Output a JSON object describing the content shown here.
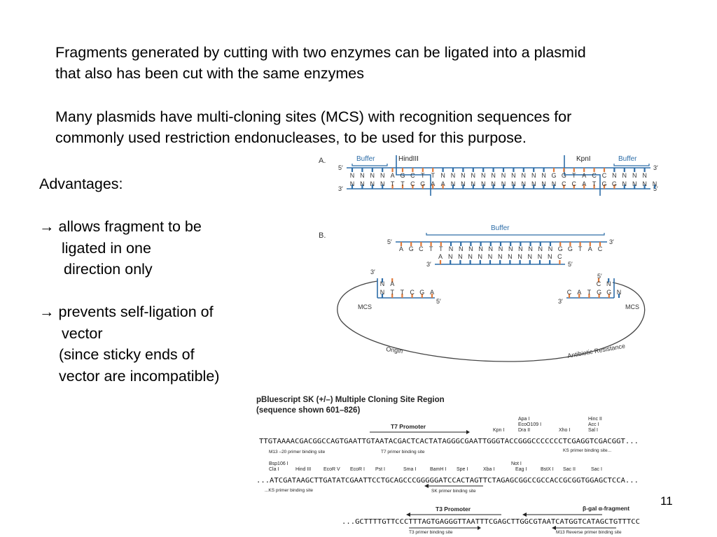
{
  "slide": {
    "para1": "Fragments generated by cutting with two enzymes can be ligated into a plasmid\nthat also has been cut with the same enzymes",
    "para2": "Many plasmids have multi-cloning sites (MCS) with recognition sequences for\ncommonly used restriction endonucleases, to be used for this purpose.",
    "advantages_title": "Advantages:",
    "adv1_line1": "allows fragment to be",
    "adv1_line2": "ligated in one",
    "adv1_line3": "direction only",
    "adv2_line1": "prevents self-ligation of",
    "adv2_line2": "vector",
    "adv2_line3": "(since sticky ends of",
    "adv2_line4": "vector are incompatible)",
    "arrow_glyph": "→",
    "page_number": "11"
  },
  "figA": {
    "label": "A.",
    "buffer_left": "Buffer",
    "hindiii": "HindIII",
    "kpni": "KpnI",
    "buffer_right": "Buffer",
    "top_5": "5′",
    "top_3": "3′",
    "bot_3": "3′",
    "bot_5": "5′",
    "top_seq": [
      "N",
      "N",
      "N",
      "N",
      "A",
      "G",
      "C",
      "T",
      "T",
      "N",
      "N",
      "N",
      "N",
      "N",
      "N",
      "N",
      "N",
      "N",
      "N",
      "N",
      "G",
      "G",
      "T",
      "A",
      "C",
      "C",
      "N",
      "N",
      "N",
      "N"
    ],
    "bot_seq": [
      "N",
      "N",
      "N",
      "N",
      "T",
      "T",
      "C",
      "G",
      "A",
      "A",
      "N",
      "N",
      "N",
      "N",
      "N",
      "N",
      "N",
      "N",
      "N",
      "N",
      "N",
      "C",
      "C",
      "A",
      "T",
      "G",
      "G",
      "N",
      "N",
      "N",
      "N"
    ]
  },
  "figB": {
    "label": "B.",
    "buffer": "Buffer",
    "frag_top_5": "5′",
    "frag_top_3": "3′",
    "frag_bot_3": "3′",
    "frag_bot_5": "5′",
    "frag_top_seq": [
      "A",
      "G",
      "C",
      "T",
      "T",
      "N",
      "N",
      "N",
      "N",
      "N",
      "N",
      "N",
      "N",
      "N",
      "N",
      "N",
      "G",
      "G",
      "T",
      "A",
      "C"
    ],
    "frag_bot_seq": [
      "A",
      "N",
      "N",
      "N",
      "N",
      "N",
      "N",
      "N",
      "N",
      "N",
      "N",
      "N",
      "C"
    ],
    "left_3": "3′",
    "left_5": "5′",
    "left_seq_1": [
      "N",
      "A"
    ],
    "left_seq_2": [
      "N",
      "T",
      "T",
      "C",
      "G",
      "A"
    ],
    "right_5": "5′",
    "right_3": "3′",
    "right_seq_1": [
      "C",
      "N"
    ],
    "right_seq_2": [
      "C",
      "A",
      "T",
      "G",
      "G",
      "N"
    ],
    "mcs_left": "MCS",
    "mcs_right": "MCS",
    "origin": "Origin",
    "antibiotic": "Antibiotic Resistance"
  },
  "seqfig": {
    "title_line1": "pBluescript SK (+/–) Multiple Cloning Site Region",
    "title_line2": "(sequence shown 601–826)",
    "t7_promoter": "T7 Promoter",
    "row1_labels": [
      "Apa I",
      "EcoO109 I",
      "Dra II",
      "Kpn I",
      "Xho I",
      "Hinc II",
      "Acc I",
      "Sal I"
    ],
    "row1_seq": "TTGTAAAACGACGGCCAGTGAATTGTAATACGACTCACTATAGGGCGAATTGGGTACCGGGCCCCCCCTCGAGGTCGACGGT...",
    "row1_sites": [
      "M13 –20 primer binding site",
      "T7 primer binding site",
      "KS primer binding site..."
    ],
    "row2_labels": [
      "Bsp106 I",
      "Cla I",
      "Hind III",
      "EcoR V",
      "EcoR I",
      "Pst I",
      "Sma I",
      "BamH I",
      "Spe I",
      "Xba I",
      "Not I",
      "Eag I",
      "BstX I",
      "Sac II",
      "Sac I"
    ],
    "row2_seq": "...ATCGATAAGCTTGATATCGAATTCCTGCAGCCCGGGGGATCCACTAGTTCTAGAGCGGCCGCCACCGCGGTGGAGCTCCA...",
    "row2_sites": [
      "...KS primer binding site",
      "SK primer binding site"
    ],
    "t3_promoter": "T3 Promoter",
    "bgal": "β-gal α-fragment",
    "row3_seq": "...GCTTTTGTTCCCTTTAGTGAGGGTTAATTTCGAGCTTGGCGTAATCATGGTCATAGCTGTTTCC",
    "row3_sites": [
      "T3 primer binding site",
      "M13 Reverse primer binding site"
    ]
  },
  "colors": {
    "blue": "#2d6da8",
    "orange": "#e07a3a",
    "dark": "#3a3a3a"
  }
}
